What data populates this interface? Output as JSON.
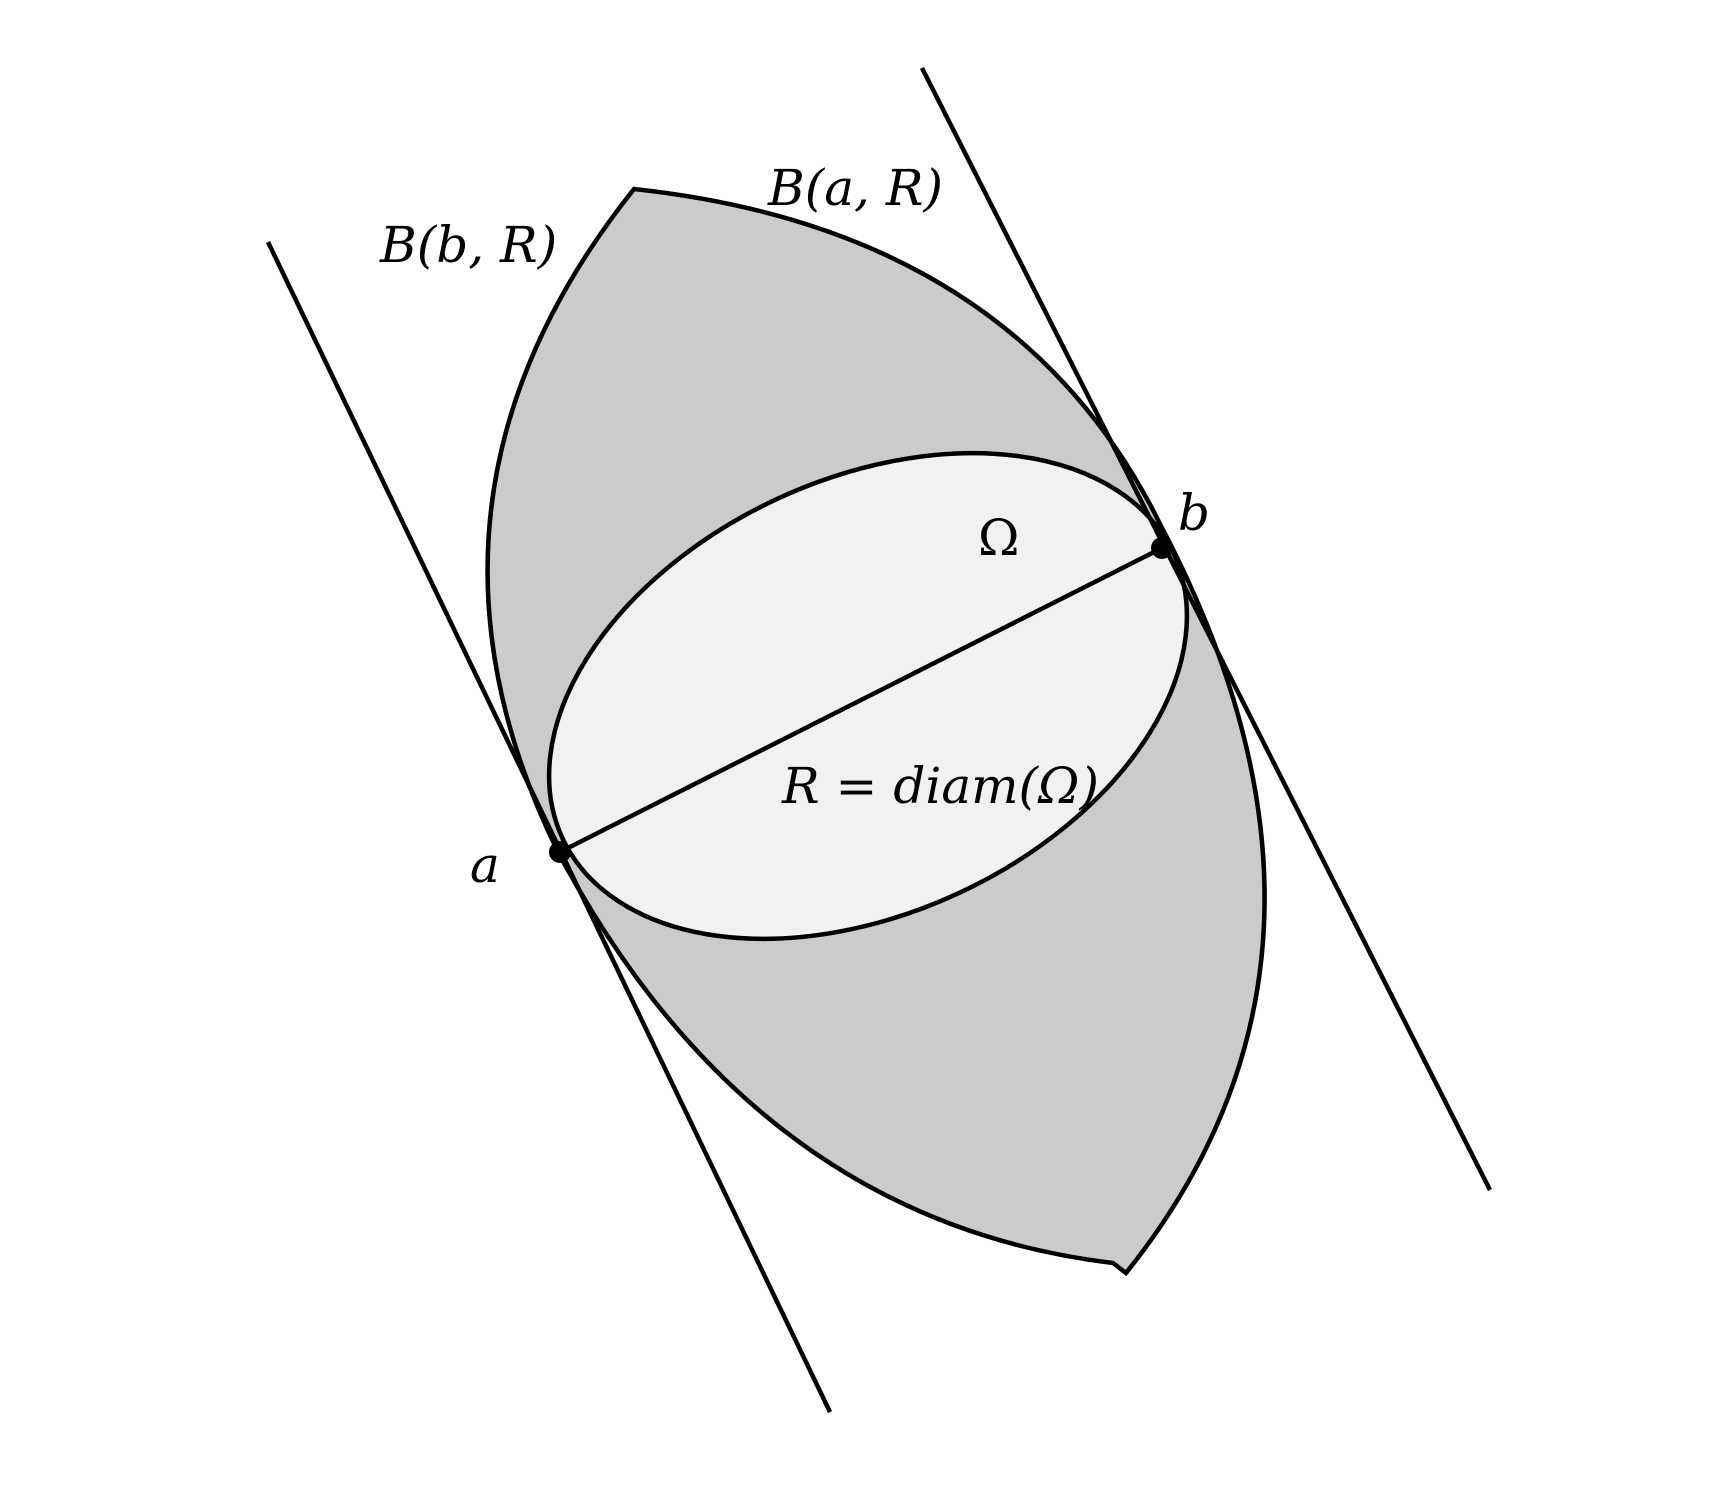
{
  "figure": {
    "labels": {
      "ball_a": "B(a, R)",
      "ball_b": "B(b, R)",
      "domain": "Ω",
      "radius": "R = diam(Ω)",
      "point_a": "a",
      "point_b": "b"
    },
    "colors": {
      "lens_fill": "#cbcbcb",
      "domain_fill": "#f1f1f1",
      "stroke": "#000000",
      "background": "#ffffff"
    }
  }
}
